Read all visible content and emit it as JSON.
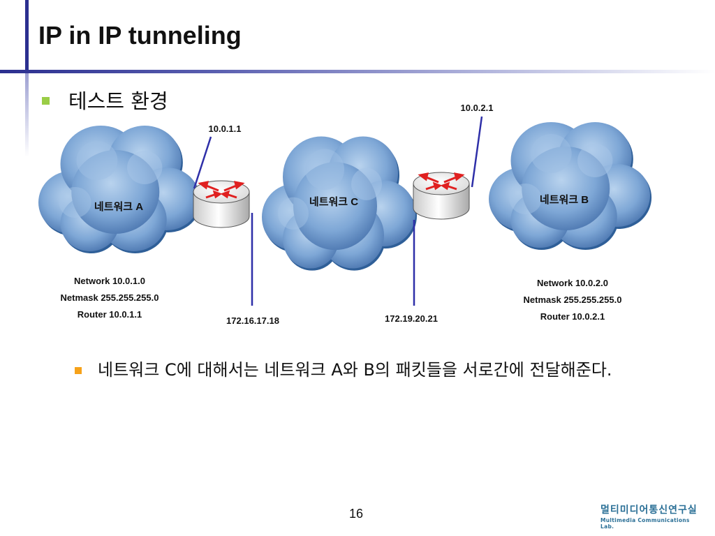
{
  "slide": {
    "title": "IP in IP tunneling",
    "bullet_main": "테스트 환경",
    "bullet_sub": "네트워크 C에 대해서는 네트워크 A와 B의 패킷들을 서로간에 전달해준다.",
    "page_number": "16",
    "logo": {
      "korean": "멀티미디어통신연구실",
      "english": "Multimedia Communications Lab."
    }
  },
  "diagram": {
    "networks": {
      "a": {
        "label": "네트워크 A"
      },
      "c": {
        "label": "네트워크 C"
      },
      "b": {
        "label": "네트워크 B"
      }
    },
    "addresses": {
      "router1_a_side": "10.0.1.1",
      "router2_b_side": "10.0.2.1",
      "router1_c_side": "172.16.17.18",
      "router2_c_side": "172.19.20.21"
    },
    "info_a": [
      "Network 10.0.1.0",
      "Netmask 255.255.255.0",
      "Router 10.0.1.1"
    ],
    "info_b": [
      "Network 10.0.2.0",
      "Netmask 255.255.255.0",
      "Router 10.0.2.1"
    ]
  },
  "colors": {
    "accent_bar": "#2b2f8f",
    "bullet_main": "#9acd46",
    "bullet_sub": "#f6a21a",
    "pointer_line": "#2e2fa8",
    "router_arrows": "#e02020",
    "cloud_fill": "#6f9bd0",
    "logo": "#2a6f96"
  }
}
